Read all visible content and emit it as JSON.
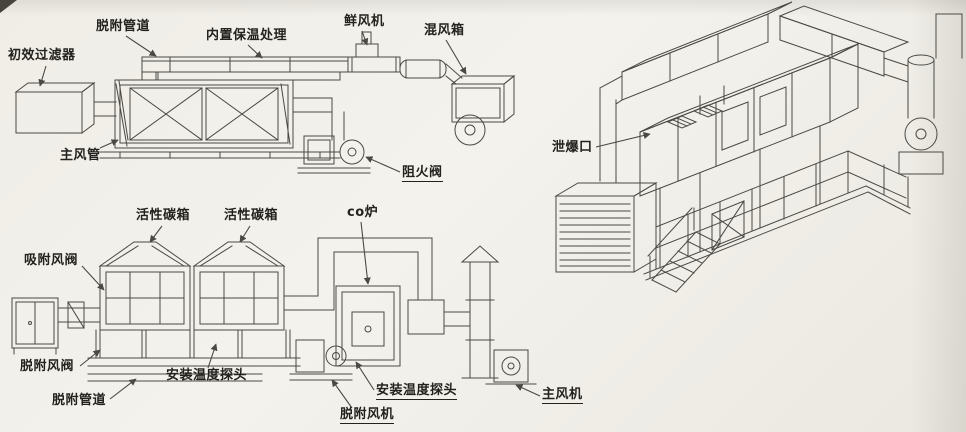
{
  "page": {
    "background": "#f2f0ea",
    "ink": "#4a4944",
    "label_color": "#23221e"
  },
  "diagrams": {
    "top_left": {
      "labels": {
        "primary_filter": "初效过滤器",
        "desorption_duct": "脱附管道",
        "insulation": "内置保温处理",
        "fresh_air_fan": "鲜风机",
        "mixing_box": "混风箱",
        "main_duct": "主风管",
        "fire_damper": "阻火阀"
      }
    },
    "bottom_left": {
      "labels": {
        "carbon_box_1": "活性碳箱",
        "carbon_box_2": "活性碳箱",
        "co_furnace": "co炉",
        "adsorption_valve": "吸附风阀",
        "desorption_valve": "脱附风阀",
        "temp_probe_left": "安装温度探头",
        "desorption_duct": "脱附管道",
        "temp_probe_right": "安装温度探头",
        "desorption_fan": "脱附风机",
        "main_fan": "主风机"
      }
    },
    "right_iso": {
      "labels": {
        "explosion_vent": "泄爆口"
      }
    }
  }
}
